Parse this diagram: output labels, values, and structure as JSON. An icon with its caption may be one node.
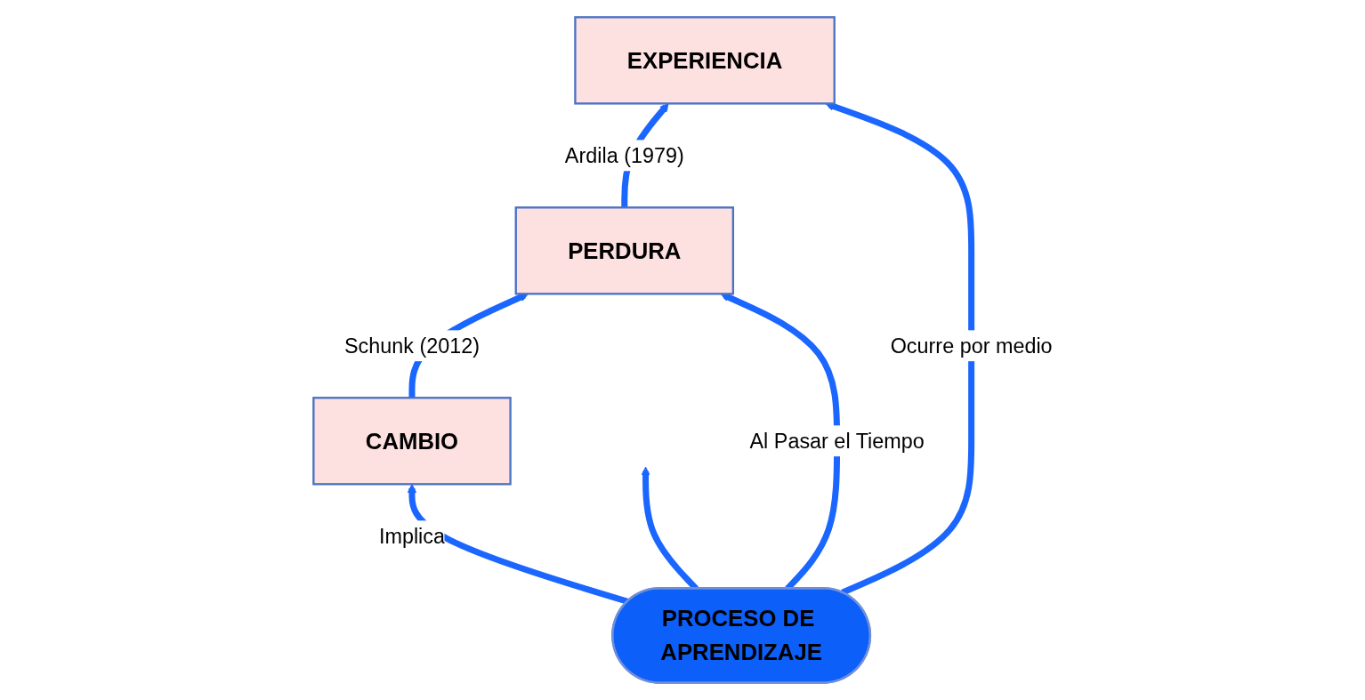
{
  "diagram": {
    "nodes": [
      {
        "text": [
          "CAMBIO"
        ]
      },
      {
        "text": [
          "PERDURA"
        ]
      },
      {
        "text": [
          "EXPERIENCIA"
        ]
      },
      {
        "text": [
          "PROCESO DE APRENDIZAJE"
        ]
      }
    ],
    "edges": [
      {
        "from": 0,
        "to": 1,
        "arrow": "to",
        "label": "Schunk (2012)"
      },
      {
        "from": 1,
        "to": 2,
        "arrow": "to",
        "label": "Ardila (1979)"
      },
      {
        "from": 3,
        "to": 0,
        "arrow": "to",
        "label": "Implica"
      },
      {
        "from": 3,
        "to": 1,
        "arrow": "to",
        "label": "Al Pasar el Tiempo"
      },
      {
        "from": 3,
        "to": 2,
        "arrow": "to",
        "label": "Ocurre por medio"
      },
      {
        "from": 3,
        "to": null,
        "arrow": "to"
      }
    ]
  }
}
